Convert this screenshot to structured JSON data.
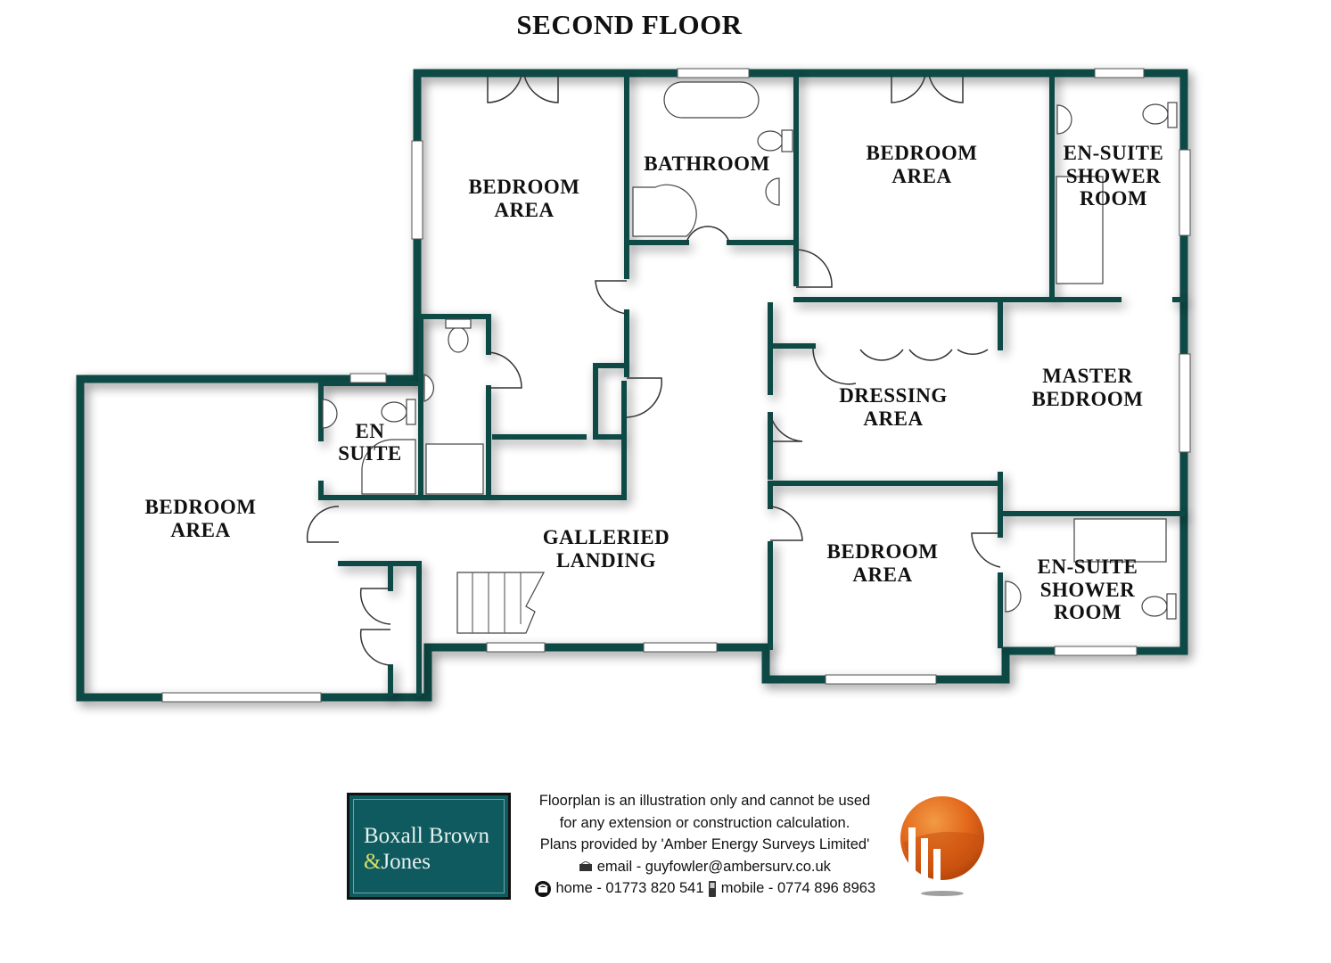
{
  "floor_title": "SECOND FLOOR",
  "colors": {
    "wall": "#0f4a45",
    "shadow": "#b8b8b8",
    "room_fill": "#ffffff",
    "brand_bg": "#0f5a5e",
    "brand_text": "#e6f0ef",
    "brand_amp": "#d7dd6a",
    "logo_orange": "#e2661a"
  },
  "rooms": [
    {
      "id": "bedroom-nw",
      "lines": [
        "BEDROOM",
        "AREA"
      ]
    },
    {
      "id": "bathroom",
      "lines": [
        "BATHROOM"
      ]
    },
    {
      "id": "bedroom-n",
      "lines": [
        "BEDROOM",
        "AREA"
      ]
    },
    {
      "id": "ensuite-ne",
      "lines": [
        "EN-SUITE",
        "SHOWER",
        "ROOM"
      ]
    },
    {
      "id": "dressing",
      "lines": [
        "DRESSING",
        "AREA"
      ]
    },
    {
      "id": "master",
      "lines": [
        "MASTER",
        "BEDROOM"
      ]
    },
    {
      "id": "ensuite-w",
      "lines": [
        "EN",
        "SUITE"
      ]
    },
    {
      "id": "bedroom-w",
      "lines": [
        "BEDROOM",
        "AREA"
      ]
    },
    {
      "id": "landing",
      "lines": [
        "GALLERIED",
        "LANDING"
      ]
    },
    {
      "id": "bedroom-s",
      "lines": [
        "BEDROOM",
        "AREA"
      ]
    },
    {
      "id": "ensuite-se",
      "lines": [
        "EN-SUITE",
        "SHOWER",
        "ROOM"
      ]
    }
  ],
  "footer": {
    "brand_line1": "Boxall Brown",
    "brand_amp": "&",
    "brand_line2": "Jones",
    "disclaimer": [
      "Floorplan is an illustration only and cannot be used",
      "for any extension or construction calculation.",
      "Plans provided by 'Amber Energy Surveys Limited'"
    ],
    "email_label": "email - guyfowler@ambersurv.co.uk",
    "home_label": "home - 01773 820 541",
    "mobile_label": "mobile - 0774 896 8963",
    "icons": [
      "email-icon",
      "phone-icon",
      "mobile-icon"
    ]
  }
}
